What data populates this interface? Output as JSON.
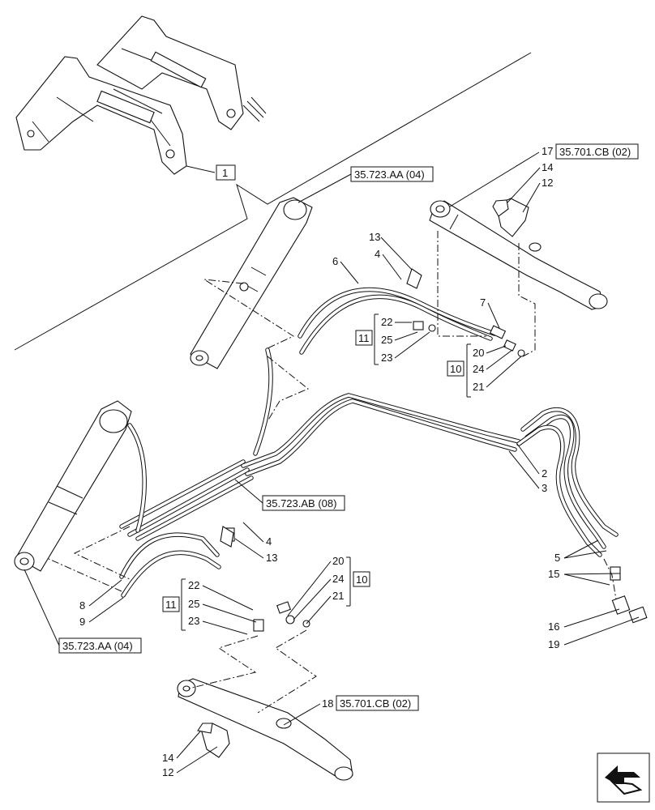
{
  "callouts": {
    "c1": "1",
    "c2": "2",
    "c3": "3",
    "c4a": "4",
    "c4b": "4",
    "c5": "5",
    "c6": "6",
    "c7": "7",
    "c8": "8",
    "c9": "9",
    "c10a": "10",
    "c10b": "10",
    "c11a": "11",
    "c11b": "11",
    "c12a": "12",
    "c12b": "12",
    "c13a": "13",
    "c13b": "13",
    "c14a": "14",
    "c14b": "14",
    "c15": "15",
    "c16": "16",
    "c17": "17",
    "c18": "18",
    "c19": "19",
    "c20a": "20",
    "c20b": "20",
    "c21a": "21",
    "c21b": "21",
    "c22a": "22",
    "c22b": "22",
    "c23a": "23",
    "c23b": "23",
    "c24a": "24",
    "c24b": "24",
    "c25a": "25",
    "c25b": "25"
  },
  "references": {
    "ref_aa_top": "35.723.AA (04)",
    "ref_aa_bottom": "35.723.AA (04)",
    "ref_ab": "35.723.AB (08)",
    "ref_cb_top": "35.701.CB (02)",
    "ref_cb_bottom": "35.701.CB (02)"
  },
  "icons": {
    "navigation": "next-page-arrow-icon"
  }
}
